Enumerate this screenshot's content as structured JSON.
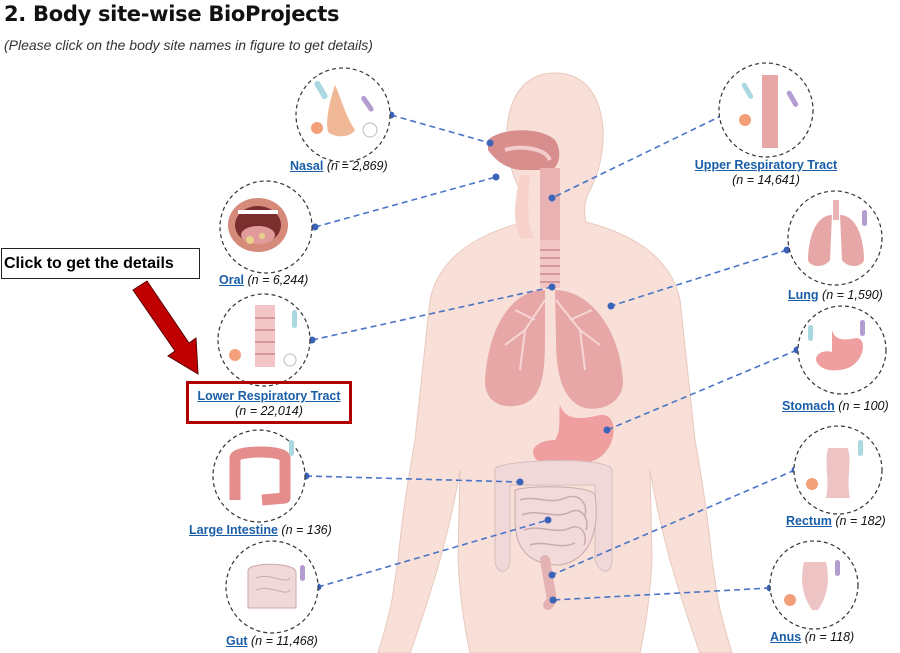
{
  "page": {
    "title": "2. Body site-wise BioProjects",
    "subtitle": "(Please click on the body site names in figure to get details)"
  },
  "callout": {
    "text": "Click to get the details",
    "arrow_color": "#c00000"
  },
  "colors": {
    "link": "#1a5ea8",
    "connector": "#4a74c6",
    "body": "#f8e0d8",
    "organ": "#e9a6a6",
    "highlight": "#b00000"
  },
  "sites": {
    "nasal": {
      "label": "Nasal",
      "count": "(n = 2,869)"
    },
    "oral": {
      "label": "Oral",
      "count": "(n = 6,244)"
    },
    "lower_respiratory": {
      "label": "Lower Respiratory Tract",
      "count": "(n = 22,014)"
    },
    "large_intestine": {
      "label": "Large Intestine",
      "count": "(n = 136)"
    },
    "gut": {
      "label": "Gut",
      "count": "(n = 11,468)"
    },
    "upper_respiratory": {
      "label": "Upper Respiratory Tract",
      "count": "(n = 14,641)"
    },
    "lung": {
      "label": "Lung",
      "count": "(n = 1,590)"
    },
    "stomach": {
      "label": "Stomach",
      "count": "(n = 100)"
    },
    "rectum": {
      "label": "Rectum",
      "count": "(n = 182)"
    },
    "anus": {
      "label": "Anus",
      "count": "(n = 118)"
    }
  }
}
